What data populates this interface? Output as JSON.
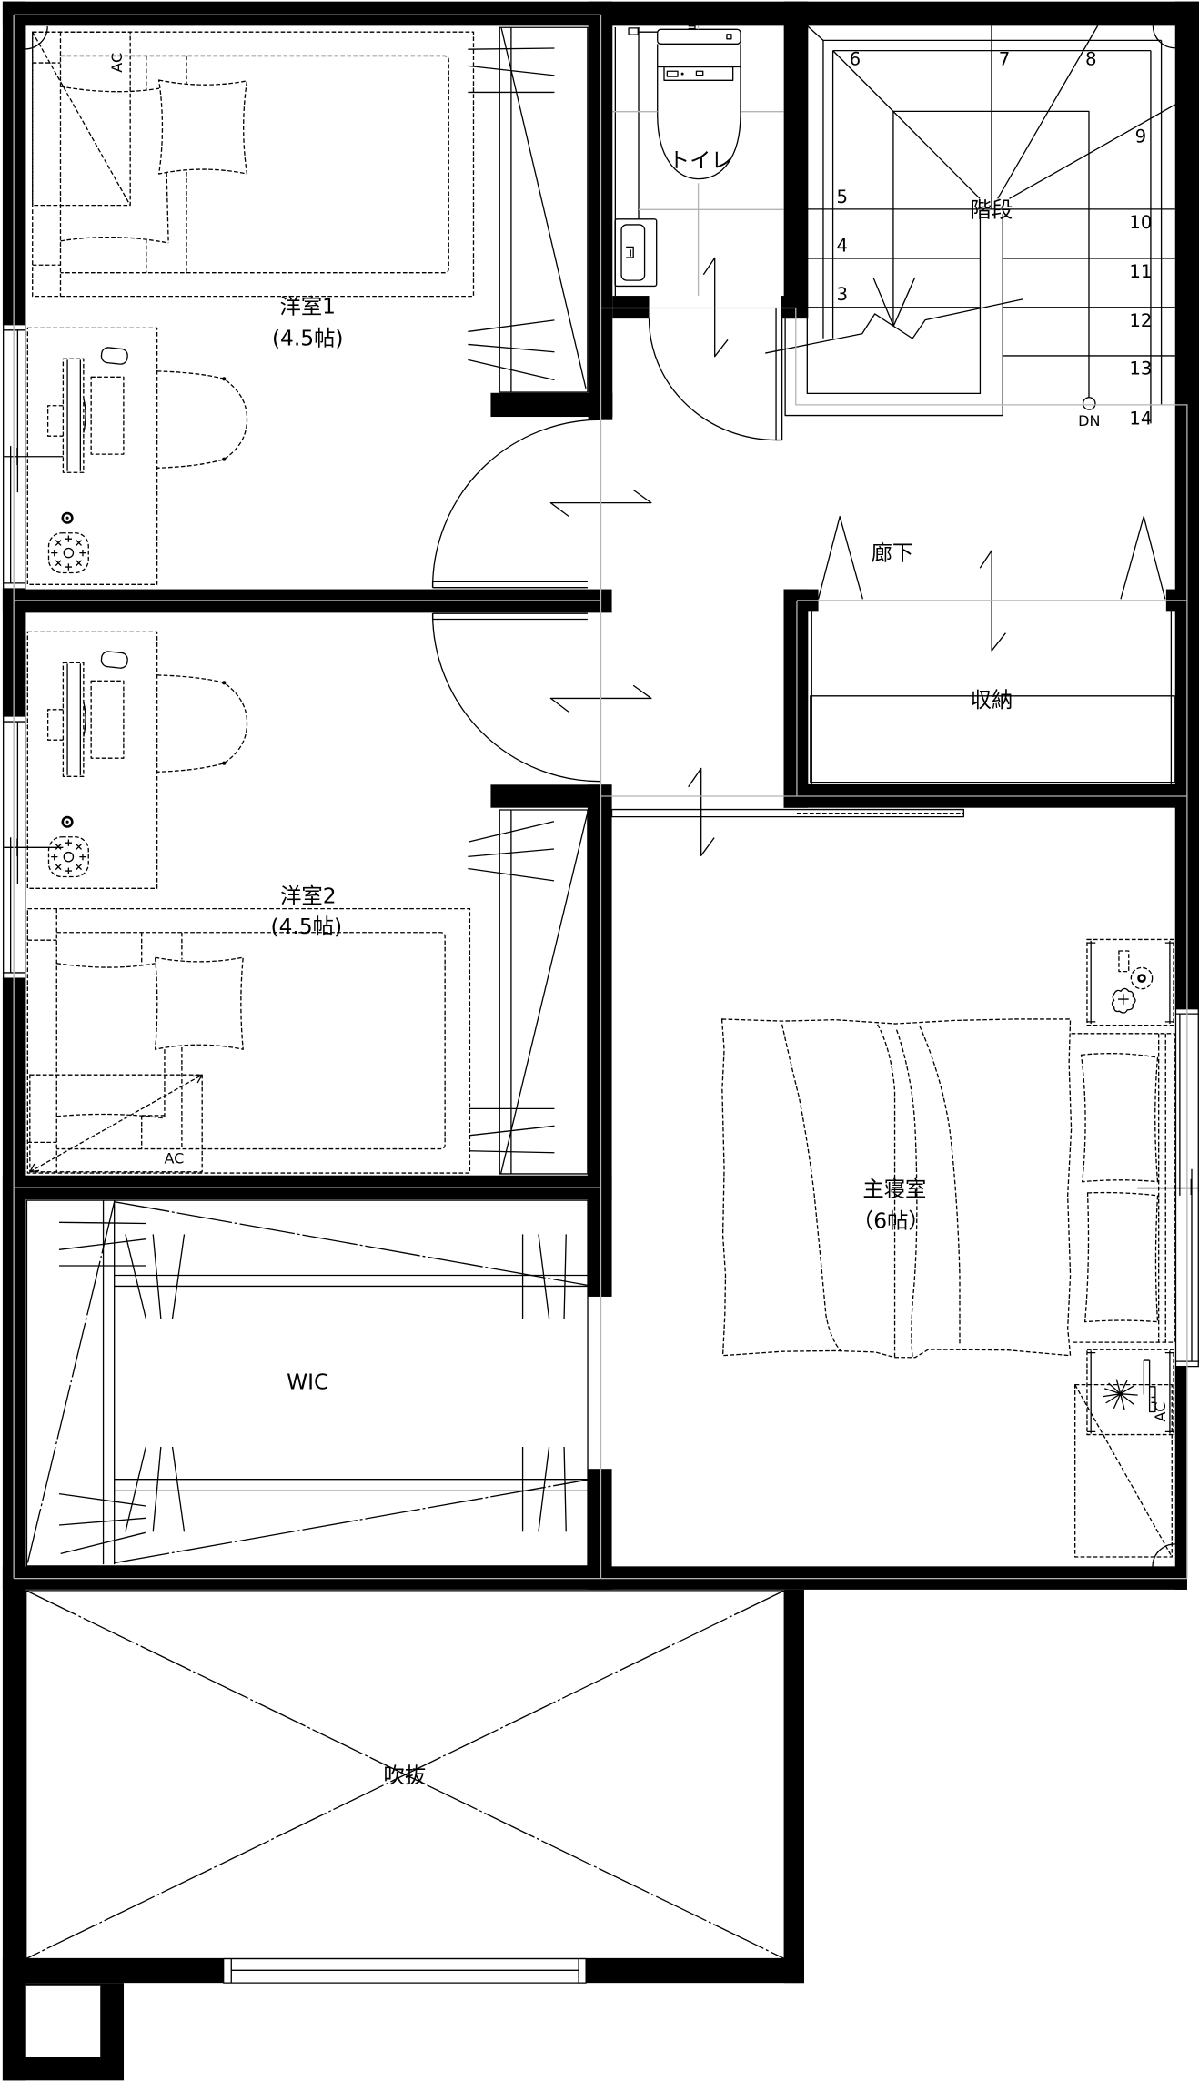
{
  "colors": {
    "wall": "#000000",
    "line": "#000000",
    "guide_line": "#b4b4b4",
    "background": "#ffffff"
  },
  "rooms": {
    "bedroom_1": {
      "name": "洋室1",
      "size": "(4.5帖)"
    },
    "bedroom_2": {
      "name": "洋室2",
      "size": "(4.5帖)"
    },
    "master_bedroom": {
      "name": "主寝室",
      "size": "（6帖）"
    },
    "walk_in_closet": {
      "name": "WIC"
    },
    "toilet": {
      "name": "トイレ"
    },
    "staircase": {
      "name": "階段"
    },
    "hallway": {
      "name": "廊下"
    },
    "storage": {
      "name": "収納"
    },
    "atrium": {
      "name": "吹抜"
    }
  },
  "staircase": {
    "steps": [
      "3",
      "4",
      "5",
      "6",
      "7",
      "8",
      "9",
      "10",
      "11",
      "12",
      "13",
      "14"
    ],
    "direction": "DN"
  },
  "fixtures": {
    "air_conditioner_label": "AC"
  }
}
